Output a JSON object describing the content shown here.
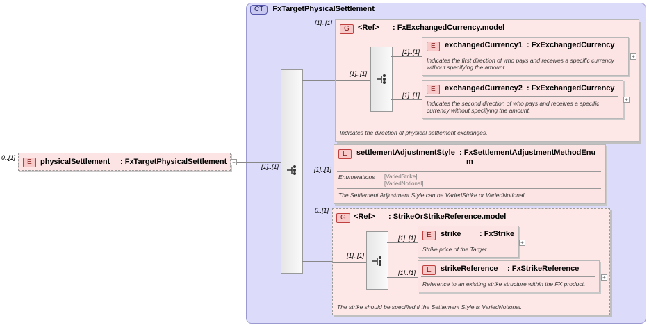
{
  "root": {
    "mult": "0..[1]",
    "badge": "E",
    "name": "physicalSettlement",
    "type": ": FxTargetPhysicalSettlement"
  },
  "ct": {
    "badge": "CT",
    "name": "FxTargetPhysicalSettlement"
  },
  "seq_main_mult": "[1]..[1]",
  "group1": {
    "mult": "[1]..[1]",
    "badge": "G",
    "ref": "<Ref>",
    "name": ": FxExchangedCurrency.model",
    "seq_mult": "[1]..[1]",
    "desc": "Indicates the direction of physical settlement exchanges.",
    "items": [
      {
        "mult": "[1]..[1]",
        "badge": "E",
        "name": "exchangedCurrency1",
        "type": ": FxExchangedCurrency",
        "desc": "Indicates the first direction of who pays and receives a specific currency without specifying the amount."
      },
      {
        "mult": "[1]..[1]",
        "badge": "E",
        "name": "exchangedCurrency2",
        "type": ": FxExchangedCurrency",
        "desc": "Indicates the second direction of who pays and receives a specific currency without specifying the amount."
      }
    ]
  },
  "settlement": {
    "mult": "[1]..[1]",
    "badge": "E",
    "name": "settlementAdjustmentStyle",
    "type": ": FxSettlementAdjustmentMethodEnu",
    "type2": "m",
    "enum_label": "Enumerations",
    "enums": [
      "[VariedStrike]",
      "[VariedNotional]"
    ],
    "desc": "The Settlement Adjustment Style can be VariedStrike or VariedNotional."
  },
  "group2": {
    "mult": "0..[1]",
    "badge": "G",
    "ref": "<Ref>",
    "name": ": StrikeOrStrikeReference.model",
    "seq_mult": "[1]..[1]",
    "desc": "The strike should be specified if the Settlement Style is VariedNotional.",
    "items": [
      {
        "mult": "[1]..[1]",
        "badge": "E",
        "name": "strike",
        "type": ": FxStrike",
        "desc": "Strike price of the Target."
      },
      {
        "mult": "[1]..[1]",
        "badge": "E",
        "name": "strikeReference",
        "type": ": FxStrikeReference",
        "desc": "Reference to an existing strike structure within the FX product."
      }
    ]
  }
}
